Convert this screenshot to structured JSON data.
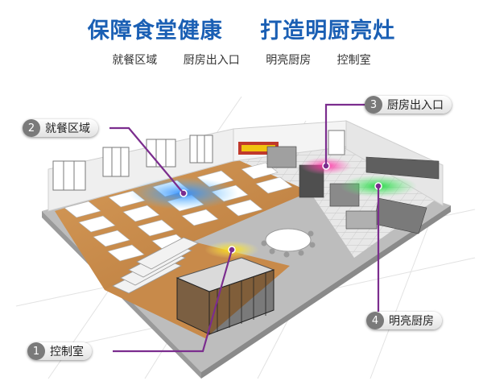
{
  "header": {
    "title_left": "保障食堂健康",
    "title_right": "打造明厨亮灶"
  },
  "subnav": {
    "items": [
      "就餐区域",
      "厨房出入口",
      "明亮厨房",
      "控制室"
    ]
  },
  "callouts": [
    {
      "num": "2",
      "label": "就餐区域"
    },
    {
      "num": "3",
      "label": "厨房出入口"
    },
    {
      "num": "4",
      "label": "明亮厨房"
    },
    {
      "num": "1",
      "label": "控制室"
    }
  ],
  "colors": {
    "title": "#1a5fb4",
    "leader_line": "#7b2d8e",
    "glow_blue": "#3fa3ff",
    "glow_pink": "#ff3aa8",
    "glow_green": "#2ee04a",
    "glow_yellow": "#ffe020"
  }
}
